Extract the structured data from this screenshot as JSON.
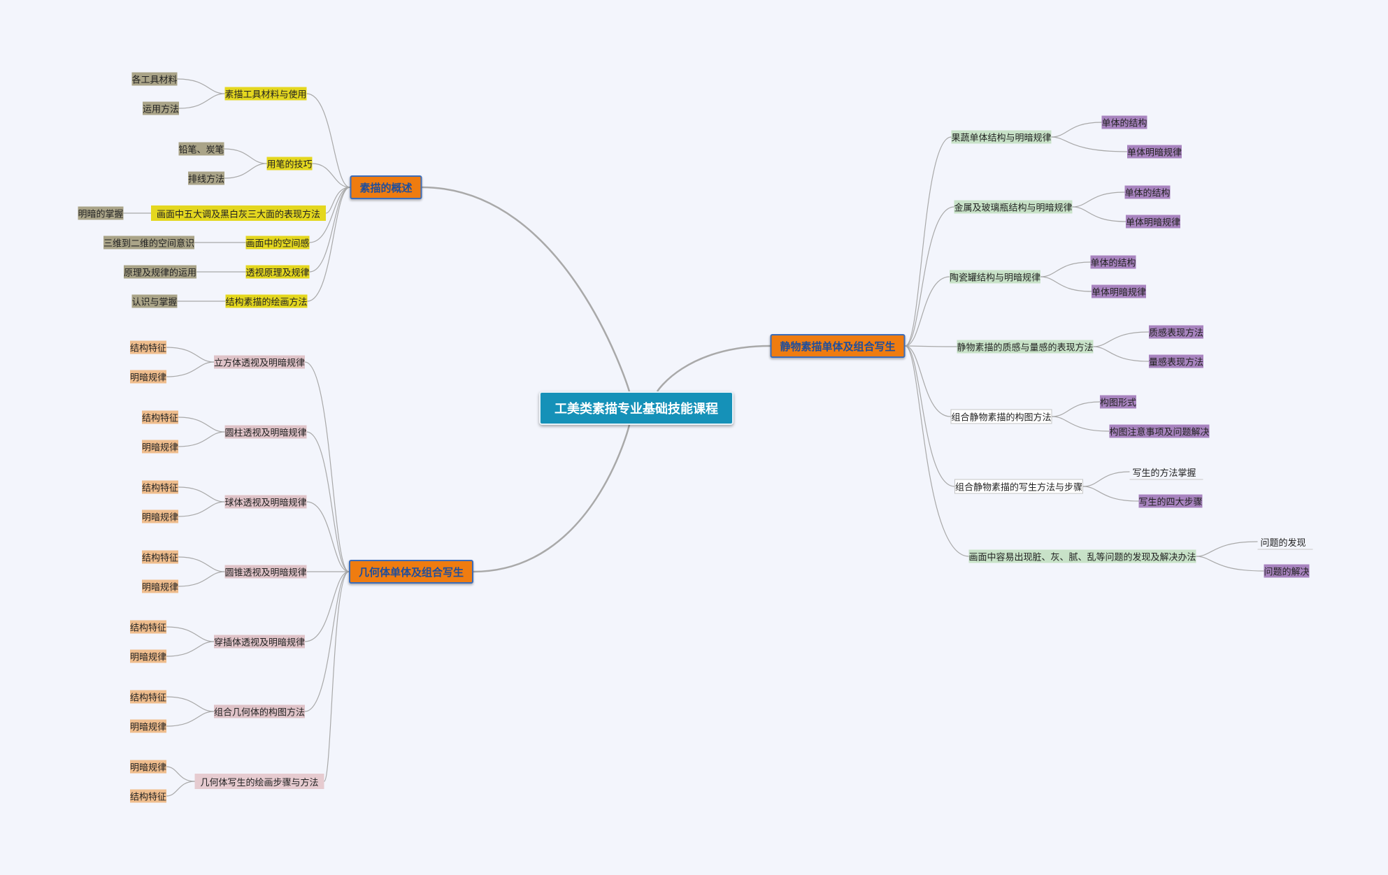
{
  "colors": {
    "center": "#1591b8",
    "main": "#ef7c10",
    "main_text": "#1f4e9c",
    "yellow": "#e4d71f",
    "gray": "#aaa488",
    "pink": "#dfc3c8",
    "peach": "#efbd8d",
    "green": "#c8e2c8",
    "purple": "#a884bf",
    "line": "#a9a9a9"
  },
  "nodes": [
    {
      "id": "root",
      "parent": null,
      "label": "工美类素描专业基础技能课程",
      "style": "center"
    },
    {
      "id": "a",
      "parent": "root",
      "label": "素描的概述",
      "style": "main"
    },
    {
      "id": "a1",
      "parent": "a",
      "label": "素描工具材料与使用",
      "style": "ell-yellow"
    },
    {
      "id": "a1a",
      "parent": "a1",
      "label": "各工具材料",
      "style": "ell-gray"
    },
    {
      "id": "a1b",
      "parent": "a1",
      "label": "运用方法",
      "style": "ell-gray"
    },
    {
      "id": "a2",
      "parent": "a",
      "label": "用笔的技巧",
      "style": "ell-yellow"
    },
    {
      "id": "a2a",
      "parent": "a2",
      "label": "铅笔、炭笔",
      "style": "ell-gray"
    },
    {
      "id": "a2b",
      "parent": "a2",
      "label": "排线方法",
      "style": "ell-gray"
    },
    {
      "id": "a3",
      "parent": "a",
      "label": "画面中五大调及黑白灰三大面的表现方法",
      "style": "rect-yellow"
    },
    {
      "id": "a3a",
      "parent": "a3",
      "label": "明暗的掌握",
      "style": "ell-gray"
    },
    {
      "id": "a4",
      "parent": "a",
      "label": "画面中的空间感",
      "style": "ell-yellow"
    },
    {
      "id": "a4a",
      "parent": "a4",
      "label": "三维到二维的空间意识",
      "style": "ell-gray"
    },
    {
      "id": "a5",
      "parent": "a",
      "label": "透视原理及规律",
      "style": "ell-yellow"
    },
    {
      "id": "a5a",
      "parent": "a5",
      "label": "原理及规律的运用",
      "style": "ell-gray"
    },
    {
      "id": "a6",
      "parent": "a",
      "label": "结构素描的绘画方法",
      "style": "ell-yellow"
    },
    {
      "id": "a6a",
      "parent": "a6",
      "label": "认识与掌握",
      "style": "ell-gray"
    },
    {
      "id": "b",
      "parent": "root",
      "label": "几何体单体及组合写生",
      "style": "main"
    },
    {
      "id": "b1",
      "parent": "b",
      "label": "立方体透视及明暗规律",
      "style": "ell-pink"
    },
    {
      "id": "b1a",
      "parent": "b1",
      "label": "结构特征",
      "style": "ell-peach"
    },
    {
      "id": "b1b",
      "parent": "b1",
      "label": "明暗规律",
      "style": "ell-peach"
    },
    {
      "id": "b2",
      "parent": "b",
      "label": "圆柱透视及明暗规律",
      "style": "ell-pink"
    },
    {
      "id": "b2a",
      "parent": "b2",
      "label": "结构特征",
      "style": "ell-peach"
    },
    {
      "id": "b2b",
      "parent": "b2",
      "label": "明暗规律",
      "style": "ell-peach"
    },
    {
      "id": "b3",
      "parent": "b",
      "label": "球体透视及明暗规律",
      "style": "ell-pink"
    },
    {
      "id": "b3a",
      "parent": "b3",
      "label": "结构特征",
      "style": "ell-peach"
    },
    {
      "id": "b3b",
      "parent": "b3",
      "label": "明暗规律",
      "style": "ell-peach"
    },
    {
      "id": "b4",
      "parent": "b",
      "label": "圆锥透视及明暗规律",
      "style": "ell-pink"
    },
    {
      "id": "b4a",
      "parent": "b4",
      "label": "结构特征",
      "style": "ell-peach"
    },
    {
      "id": "b4b",
      "parent": "b4",
      "label": "明暗规律",
      "style": "ell-peach"
    },
    {
      "id": "b5",
      "parent": "b",
      "label": "穿插体透视及明暗规律",
      "style": "ell-pink"
    },
    {
      "id": "b5a",
      "parent": "b5",
      "label": "结构特征",
      "style": "ell-peach"
    },
    {
      "id": "b5b",
      "parent": "b5",
      "label": "明暗规律",
      "style": "ell-peach"
    },
    {
      "id": "b6",
      "parent": "b",
      "label": "组合几何体的构图方法",
      "style": "ell-pink"
    },
    {
      "id": "b6a",
      "parent": "b6",
      "label": "结构特征",
      "style": "ell-peach"
    },
    {
      "id": "b6b",
      "parent": "b6",
      "label": "明暗规律",
      "style": "ell-peach"
    },
    {
      "id": "b7",
      "parent": "b",
      "label": "几何体写生的绘画步骤与方法",
      "style": "rect-pink"
    },
    {
      "id": "b7a",
      "parent": "b7",
      "label": "明暗规律",
      "style": "ell-peach"
    },
    {
      "id": "b7b",
      "parent": "b7",
      "label": "结构特征",
      "style": "ell-peach"
    },
    {
      "id": "c",
      "parent": "root",
      "label": "静物素描单体及组合写生",
      "style": "main"
    },
    {
      "id": "c1",
      "parent": "c",
      "label": "果蔬单体结构与明暗规律",
      "style": "ell-green"
    },
    {
      "id": "c1a",
      "parent": "c1",
      "label": "单体的结构",
      "style": "ell-purple"
    },
    {
      "id": "c1b",
      "parent": "c1",
      "label": "单体明暗规律",
      "style": "ell-purple"
    },
    {
      "id": "c2",
      "parent": "c",
      "label": "金属及玻璃瓶结构与明暗规律",
      "style": "ell-green"
    },
    {
      "id": "c2a",
      "parent": "c2",
      "label": "单体的结构",
      "style": "ell-purple"
    },
    {
      "id": "c2b",
      "parent": "c2",
      "label": "单体明暗规律",
      "style": "ell-purple"
    },
    {
      "id": "c3",
      "parent": "c",
      "label": "陶瓷罐结构与明暗规律",
      "style": "ell-green"
    },
    {
      "id": "c3a",
      "parent": "c3",
      "label": "单体的结构",
      "style": "ell-purple"
    },
    {
      "id": "c3b",
      "parent": "c3",
      "label": "单体明暗规律",
      "style": "ell-purple"
    },
    {
      "id": "c4",
      "parent": "c",
      "label": "静物素描的质感与量感的表现方法",
      "style": "ell-green"
    },
    {
      "id": "c4a",
      "parent": "c4",
      "label": "质感表现方法",
      "style": "ell-purple"
    },
    {
      "id": "c4b",
      "parent": "c4",
      "label": "量感表现方法",
      "style": "ell-purple"
    },
    {
      "id": "c5",
      "parent": "c",
      "label": "组合静物素描的构图方法",
      "style": "ell-white"
    },
    {
      "id": "c5a",
      "parent": "c5",
      "label": "构图形式",
      "style": "ell-purple"
    },
    {
      "id": "c5b",
      "parent": "c5",
      "label": "构图注意事项及问题解决",
      "style": "ell-purple"
    },
    {
      "id": "c6",
      "parent": "c",
      "label": "组合静物素描的写生方法与步骤",
      "style": "ell-white"
    },
    {
      "id": "c6a",
      "parent": "c6",
      "label": "写生的方法掌握",
      "style": "plain"
    },
    {
      "id": "c6b",
      "parent": "c6",
      "label": "写生的四大步骤",
      "style": "ell-purple"
    },
    {
      "id": "c7",
      "parent": "c",
      "label": "画面中容易出现脏、灰、腻、乱等问题的发现及解决办法",
      "style": "ell-green"
    },
    {
      "id": "c7a",
      "parent": "c7",
      "label": "问题的发现",
      "style": "plain"
    },
    {
      "id": "c7b",
      "parent": "c7",
      "label": "问题的解决",
      "style": "ell-purple"
    }
  ]
}
